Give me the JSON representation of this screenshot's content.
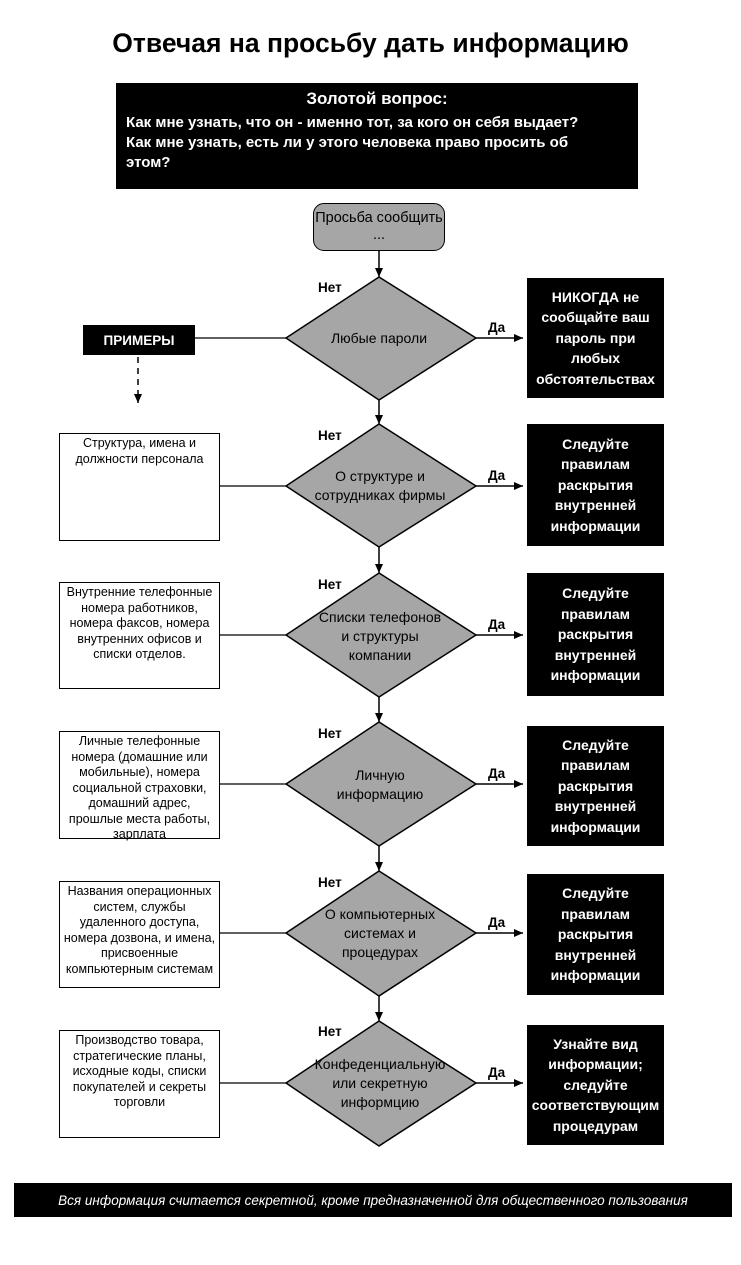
{
  "title": "Отвечая на просьбу дать информацию",
  "golden": {
    "heading": "Золотой вопрос:",
    "lines": [
      "Как мне узнать, что он - именно тот, за кого он себя выдает?",
      "Как мне узнать, есть ли у этого человека право просить об",
      "этом?"
    ]
  },
  "start": "Просьба сообщить ...",
  "examples_label": "ПРИМЕРЫ",
  "no_label": "Нет",
  "yes_label": "Да",
  "steps": [
    {
      "question": "Любые пароли",
      "action": "НИКОГДА не сообщайте ваш пароль при любых обстоятельствах",
      "example": ""
    },
    {
      "question": "О структуре и сотрудниках фирмы",
      "action": "Следуйте правилам раскрытия внутренней информации",
      "example": "Структура, имена и должности персонала"
    },
    {
      "question": "Списки телефонов и структуры компании",
      "action": "Следуйте правилам раскрытия внутренней информации",
      "example": "Внутренние телефонные номера работников, номера факсов, номера внутренних офисов и списки отделов."
    },
    {
      "question": "Личную информацию",
      "action": "Следуйте правилам раскрытия внутренней информации",
      "example": "Личные телефонные номера (домашние или мобильные), номера социальной страховки, домашний адрес, прошлые места работы, зарплата"
    },
    {
      "question": "О компьютерных системах и процедурах",
      "action": "Следуйте правилам раскрытия внутренней информации",
      "example": "Названия операционных систем, службы удаленного доступа, номера дозвона, и имена, присвоенные компьютерным системам"
    },
    {
      "question": "Конфеденциальную или секретную информцию",
      "action": "Узнайте вид информации; следуйте соответствующим процедурам",
      "example": "Производство товара, стратегические планы, исходные коды, списки покупателей и секреты торговли"
    }
  ],
  "footer": "Вся информация считается секретной, кроме предназначенной для общественного пользования",
  "colors": {
    "diamond": "#a6a6a6",
    "box_dark": "#000000",
    "background": "#ffffff"
  }
}
